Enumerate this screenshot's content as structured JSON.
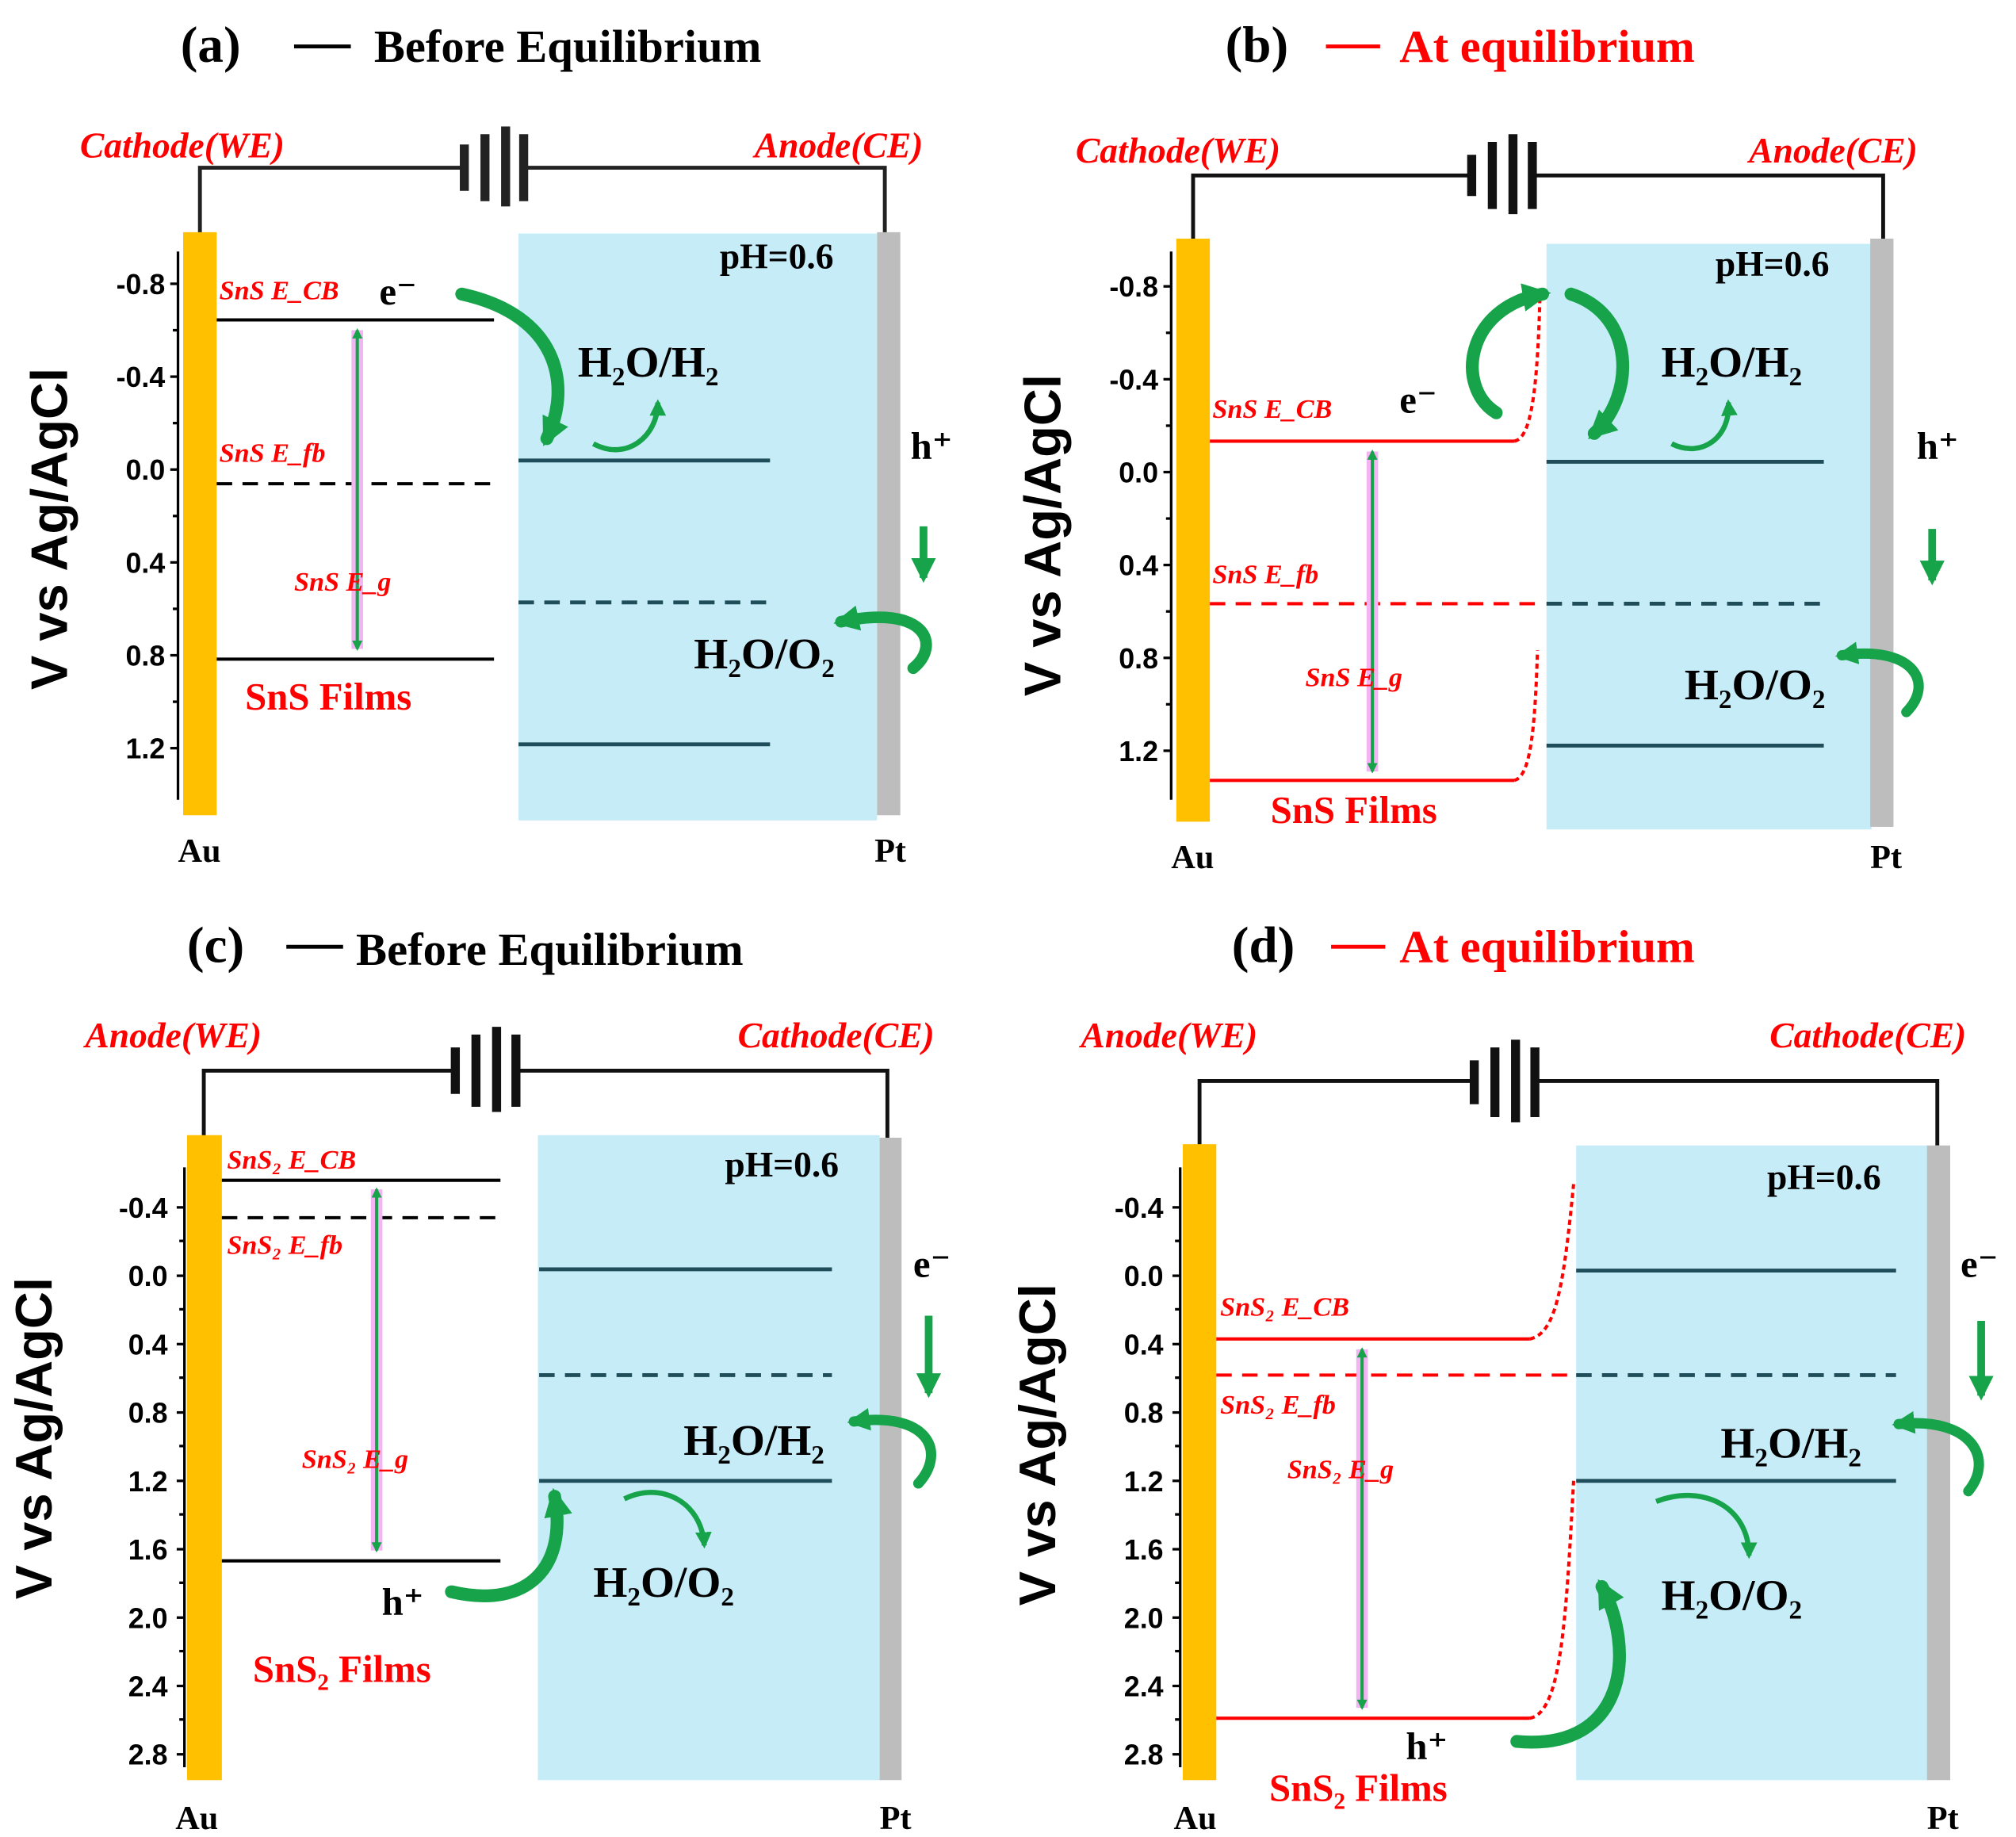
{
  "colors": {
    "gold": "#FFC000",
    "electrolyte": "#C6ECF8",
    "pt": "#BDBDBD",
    "red": "#FF0000",
    "teal": "#1F4E5A",
    "green": "#16A34A",
    "gap_glow": "#F4B4F4",
    "black": "#000000"
  },
  "panels": [
    {
      "id": "a",
      "letter": "(a)",
      "state": "Before Equilibrium",
      "state_color": "#000000",
      "axis_label": "V vs Ag/AgCl",
      "ticks": [
        "-0.8",
        "-0.4",
        "0.0",
        "0.4",
        "0.8",
        "1.2"
      ],
      "left_role": "Cathode(WE)",
      "right_role": "Anode(CE)",
      "electrode_left": "Au",
      "electrode_right": "Pt",
      "ph": "pH=0.6",
      "film_label": "SnS Films",
      "ecb_label": "SnS E_CB",
      "efb_label": "SnS E_fb",
      "eg_label": "SnS E_g",
      "carrier_top": "e⁻",
      "carrier_side": "h⁺",
      "redox_h2": "H₂O/H₂",
      "redox_o2": "H₂O/O₂"
    },
    {
      "id": "b",
      "letter": "(b)",
      "state": "At equilibrium",
      "state_color": "#FF0000",
      "axis_label": "V vs Ag/AgCl",
      "ticks": [
        "-0.8",
        "-0.4",
        "0.0",
        "0.4",
        "0.8",
        "1.2"
      ],
      "left_role": "Cathode(WE)",
      "right_role": "Anode(CE)",
      "electrode_left": "Au",
      "electrode_right": "Pt",
      "ph": "pH=0.6",
      "film_label": "SnS Films",
      "ecb_label": "SnS E_CB",
      "efb_label": "SnS E_fb",
      "eg_label": "SnS E_g",
      "carrier_top": "e⁻",
      "carrier_side": "h⁺",
      "redox_h2": "H₂O/H₂",
      "redox_o2": "H₂O/O₂"
    },
    {
      "id": "c",
      "letter": "(c)",
      "state": "Before Equilibrium",
      "state_color": "#000000",
      "axis_label": "V vs Ag/AgCl",
      "ticks": [
        "-0.4",
        "0.0",
        "0.4",
        "0.8",
        "1.2",
        "1.6",
        "2.0",
        "2.4",
        "2.8"
      ],
      "left_role": "Anode(WE)",
      "right_role": "Cathode(CE)",
      "electrode_left": "Au",
      "electrode_right": "Pt",
      "ph": "pH=0.6",
      "film_label": "SnS₂ Films",
      "ecb_label": "SnS₂ E_CB",
      "efb_label": "SnS₂ E_fb",
      "eg_label": "SnS₂ E_g",
      "carrier_top": "h⁺",
      "carrier_side": "e⁻",
      "redox_h2": "H₂O/H₂",
      "redox_o2": "H₂O/O₂"
    },
    {
      "id": "d",
      "letter": "(d)",
      "state": "At equilibrium",
      "state_color": "#FF0000",
      "axis_label": "V vs Ag/AgCl",
      "ticks": [
        "-0.4",
        "0.0",
        "0.4",
        "0.8",
        "1.2",
        "1.6",
        "2.0",
        "2.4",
        "2.8"
      ],
      "left_role": "Anode(WE)",
      "right_role": "Cathode(CE)",
      "electrode_left": "Au",
      "electrode_right": "Pt",
      "ph": "pH=0.6",
      "film_label": "SnS₂ Films",
      "ecb_label": "SnS₂ E_CB",
      "efb_label": "SnS₂ E_fb",
      "eg_label": "SnS₂ E_g",
      "carrier_top": "h⁺",
      "carrier_side": "e⁻",
      "redox_h2": "H₂O/H₂",
      "redox_o2": "H₂O/O₂"
    }
  ]
}
